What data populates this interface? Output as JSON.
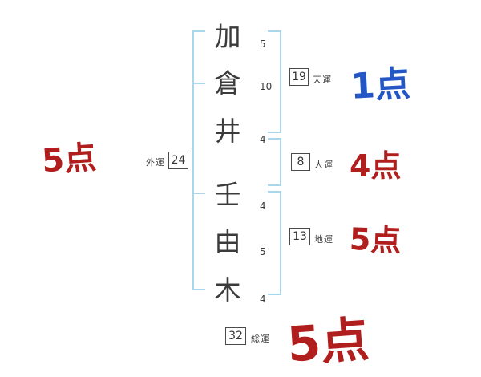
{
  "name_chars": [
    {
      "char": "加",
      "strokes": "5"
    },
    {
      "char": "倉",
      "strokes": "10"
    },
    {
      "char": "井",
      "strokes": "4"
    },
    {
      "char": "壬",
      "strokes": "4"
    },
    {
      "char": "由",
      "strokes": "5"
    },
    {
      "char": "木",
      "strokes": "4"
    }
  ],
  "fortunes": {
    "heaven": {
      "label": "天運",
      "value": "19",
      "score": "1点"
    },
    "person": {
      "label": "人運",
      "value": "8",
      "score": "4点"
    },
    "earth": {
      "label": "地運",
      "value": "13",
      "score": "5点"
    },
    "outer": {
      "label": "外運",
      "value": "24",
      "score": "5点"
    },
    "total": {
      "label": "総運",
      "value": "32",
      "score": "5点"
    }
  },
  "colors": {
    "bracket_blue": "#a9d8ec",
    "score_red": "#b01e1e",
    "score_blue": "#2257c5",
    "ink": "#3b3b3b"
  }
}
